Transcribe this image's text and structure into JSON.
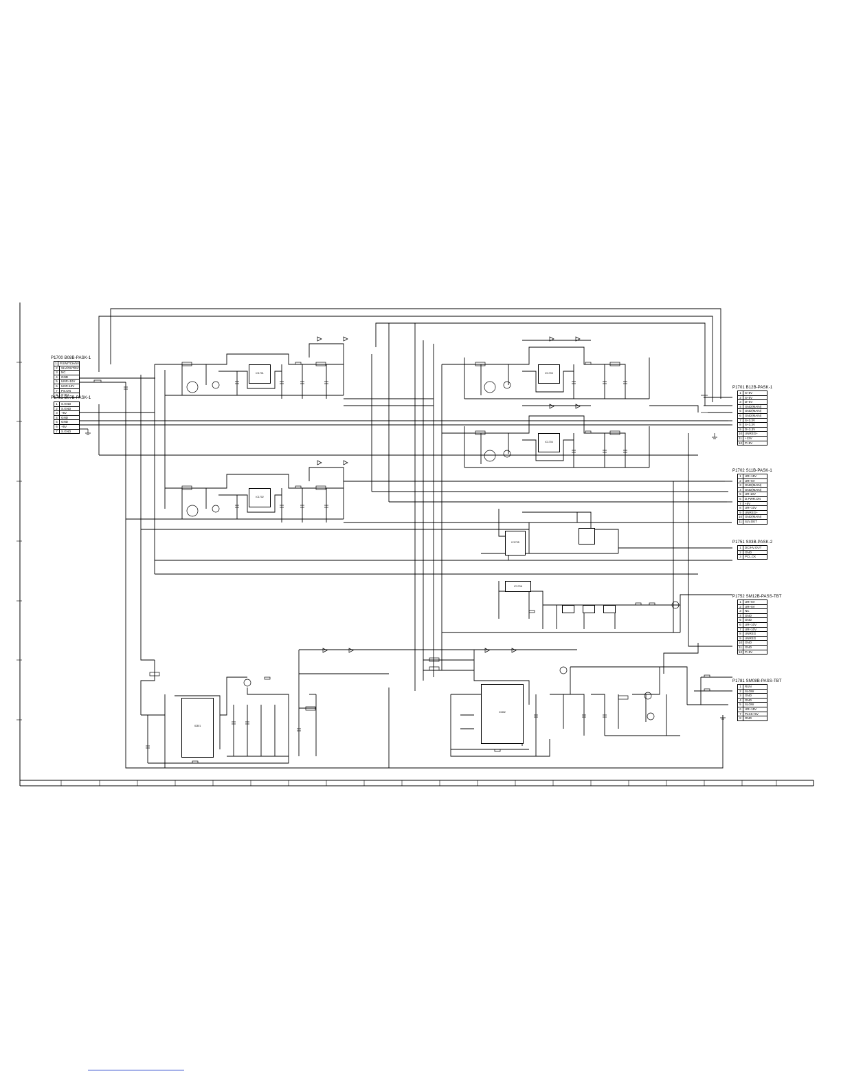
{
  "connectors": [
    {
      "id": "P1700",
      "title": "P1700 B08B-PASK-1",
      "pins": [
        {
          "n": "1",
          "s": "P.SWITCH/5V"
        },
        {
          "n": "2",
          "s": "SLV/OUT/5V"
        },
        {
          "n": "3",
          "s": "NC"
        },
        {
          "n": "4",
          "s": "GND"
        },
        {
          "n": "5",
          "s": "UNR+10V"
        },
        {
          "n": "6",
          "s": "UNR-10V"
        },
        {
          "n": "7",
          "s": "PS.ON"
        },
        {
          "n": "8",
          "s": "S+5V"
        }
      ]
    },
    {
      "id": "P1751",
      "title": "P1751 B07B-PASK-1",
      "pins": [
        {
          "n": "1",
          "s": "S.GND"
        },
        {
          "n": "2",
          "s": "S.GND"
        },
        {
          "n": "3",
          "s": "+5V"
        },
        {
          "n": "4",
          "s": "GND"
        },
        {
          "n": "5",
          "s": "GND"
        },
        {
          "n": "6",
          "s": "+5V"
        },
        {
          "n": "7",
          "s": "S.GND"
        }
      ]
    },
    {
      "id": "P1701",
      "title": "P1701 B12B-PASK-1",
      "pins": [
        {
          "n": "1",
          "s": "S+5V"
        },
        {
          "n": "2",
          "s": "S+5V"
        },
        {
          "n": "3",
          "s": "D+5V"
        },
        {
          "n": "4",
          "s": "GND(MAIN)"
        },
        {
          "n": "5",
          "s": "GND(MAIN)"
        },
        {
          "n": "6",
          "s": "GND(MAIN)"
        },
        {
          "n": "7",
          "s": "S+3.3V"
        },
        {
          "n": "8",
          "s": "S+3.3V"
        },
        {
          "n": "9",
          "s": "D+3.3V"
        },
        {
          "n": "10",
          "s": "UNREG+"
        },
        {
          "n": "11",
          "s": "+12V"
        },
        {
          "n": "12",
          "s": "P+5V"
        }
      ]
    },
    {
      "id": "P1702",
      "title": "P1702 S11B-PASK-1",
      "pins": [
        {
          "n": "1",
          "s": "UR+15V"
        },
        {
          "n": "2",
          "s": "UR+5V"
        },
        {
          "n": "3",
          "s": "GND(MAIN)"
        },
        {
          "n": "4",
          "s": "GND(MAIN)"
        },
        {
          "n": "5",
          "s": "UR-10V"
        },
        {
          "n": "6",
          "s": "D.PWR.ON"
        },
        {
          "n": "7",
          "s": "+5V"
        },
        {
          "n": "8",
          "s": "UR+10V"
        },
        {
          "n": "9",
          "s": "UNREG+"
        },
        {
          "n": "10",
          "s": "GND(MAIN)"
        },
        {
          "n": "11",
          "s": "SLV.DET"
        }
      ]
    },
    {
      "id": "P1751b",
      "title": "P1751 S03B-PASK-2",
      "pins": [
        {
          "n": "1",
          "s": "DC/HV.OUT"
        },
        {
          "n": "2",
          "s": "GND"
        },
        {
          "n": "3",
          "s": "PCL.CK"
        }
      ]
    },
    {
      "id": "P1752",
      "title": "P1752 SM12B-PASS-TBT",
      "pins": [
        {
          "n": "1",
          "s": "UR+5V"
        },
        {
          "n": "2",
          "s": "UR+5V"
        },
        {
          "n": "3",
          "s": "NC"
        },
        {
          "n": "4",
          "s": "GND"
        },
        {
          "n": "5",
          "s": "GND"
        },
        {
          "n": "6",
          "s": "UR+10V"
        },
        {
          "n": "7",
          "s": "UR+10V"
        },
        {
          "n": "8",
          "s": "UNREG"
        },
        {
          "n": "9",
          "s": "UNREG"
        },
        {
          "n": "10",
          "s": "GND"
        },
        {
          "n": "11",
          "s": "GND"
        },
        {
          "n": "12",
          "s": "P+5V"
        }
      ]
    },
    {
      "id": "P1781",
      "title": "P1781 SM08B-PASS-TBT",
      "pins": [
        {
          "n": "1",
          "s": "RUN"
        },
        {
          "n": "2",
          "s": "SLOW"
        },
        {
          "n": "3",
          "s": "GND"
        },
        {
          "n": "4",
          "s": "GND"
        },
        {
          "n": "5",
          "s": "SLOW"
        },
        {
          "n": "6",
          "s": "UR+15V"
        },
        {
          "n": "7",
          "s": "PLCK+5V"
        },
        {
          "n": "8",
          "s": "GND"
        }
      ]
    }
  ],
  "ics": [
    {
      "id": "IC1701",
      "label": "IC1701"
    },
    {
      "id": "IC1702",
      "label": "IC1702"
    },
    {
      "id": "IC1703",
      "label": "IC1703"
    },
    {
      "id": "IC1704",
      "label": "IC1704"
    },
    {
      "id": "IC1705",
      "label": "IC1705"
    },
    {
      "id": "IC1706",
      "label": "IC1706"
    },
    {
      "id": "IC801",
      "label": "IC801"
    },
    {
      "id": "IC802",
      "label": "IC802"
    }
  ]
}
